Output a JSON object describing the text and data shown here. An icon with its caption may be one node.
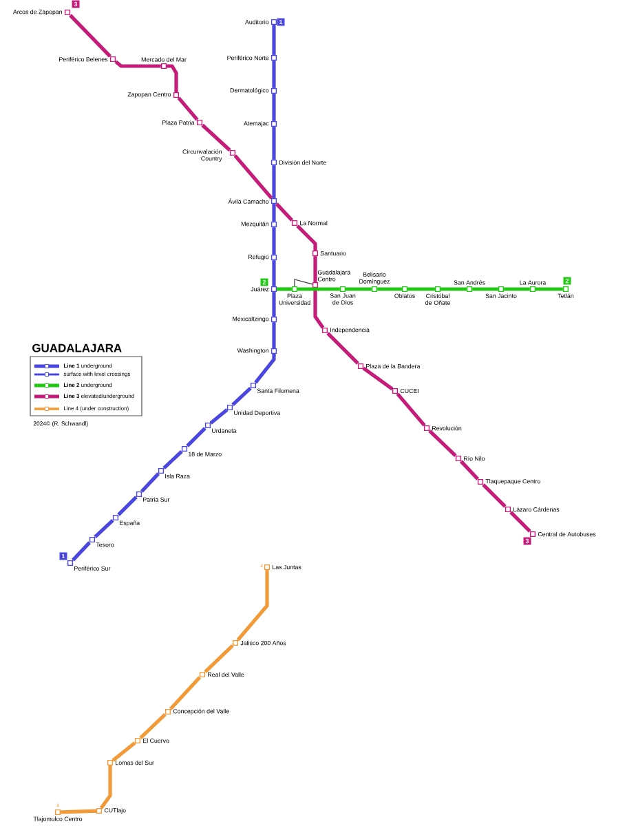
{
  "diagram": {
    "title": "GUADALAJARA",
    "nodes": [
      {
        "text": [],
        "shape": "box",
        "beside": [
          "Auditorio"
        ]
      },
      {
        "text": [],
        "shape": "box",
        "beside": [
          "Periférico Norte"
        ]
      },
      {
        "text": [],
        "shape": "box",
        "beside": [
          "Dermatológico"
        ]
      },
      {
        "text": [],
        "shape": "box",
        "beside": [
          "Atemajac"
        ]
      },
      {
        "text": [],
        "shape": "box",
        "beside": [
          "División del Norte"
        ]
      },
      {
        "text": [],
        "shape": "box",
        "beside": [
          "Ávila Camacho"
        ]
      },
      {
        "text": [],
        "shape": "box",
        "beside": [
          "Mezquitán"
        ]
      },
      {
        "text": [],
        "shape": "box",
        "beside": [
          "Refugio"
        ]
      },
      {
        "text": [],
        "shape": "box",
        "beside": [
          "Juárez"
        ]
      },
      {
        "text": [],
        "shape": "box",
        "beside": [
          "Mexicaltzingo"
        ]
      },
      {
        "text": [],
        "shape": "box",
        "beside": [
          "Washington"
        ]
      },
      {
        "text": [],
        "shape": "box",
        "beside": [
          "Santa Filomena"
        ]
      },
      {
        "text": [],
        "shape": "box",
        "beside": [
          "Unidad Deportiva"
        ]
      },
      {
        "text": [],
        "shape": "box",
        "beside": [
          "Urdaneta"
        ]
      },
      {
        "text": [],
        "shape": "box",
        "beside": [
          "18 de Marzo"
        ]
      },
      {
        "text": [],
        "shape": "box",
        "beside": [
          "Isla Raza"
        ]
      },
      {
        "text": [],
        "shape": "box",
        "beside": [
          "Patria Sur"
        ]
      },
      {
        "text": [],
        "shape": "box",
        "beside": [
          "España"
        ]
      },
      {
        "text": [],
        "shape": "box",
        "beside": [
          "Tesoro"
        ]
      },
      {
        "text": [],
        "shape": "box",
        "beside": [
          "Periférico Sur"
        ]
      },
      {
        "text": [],
        "shape": "box",
        "beside": [
          "Arcos de Zapopan"
        ]
      },
      {
        "text": [],
        "shape": "box",
        "beside": [
          "Periférico Belenes"
        ]
      },
      {
        "text": [],
        "shape": "box",
        "beside": [
          "Mercado del Mar"
        ]
      },
      {
        "text": [],
        "shape": "box",
        "beside": [
          "Zapopan Centro"
        ]
      },
      {
        "text": [],
        "shape": "box",
        "beside": [
          "Plaza Patria"
        ]
      },
      {
        "text": [],
        "shape": "box",
        "beside": [
          "Circunvalación Country"
        ]
      },
      {
        "text": [],
        "shape": "box",
        "beside": [
          "La Normal"
        ]
      },
      {
        "text": [],
        "shape": "box",
        "beside": [
          "Santuario"
        ]
      },
      {
        "text": [],
        "shape": "box",
        "beside": [
          "Guadalajara Centro"
        ]
      },
      {
        "text": [],
        "shape": "box",
        "beside": [
          "Independencia"
        ]
      },
      {
        "text": [],
        "shape": "box",
        "beside": [
          "Plaza de la Bandera"
        ]
      },
      {
        "text": [],
        "shape": "box",
        "beside": [
          "CUCEI"
        ]
      },
      {
        "text": [],
        "shape": "box",
        "beside": [
          "Revolución"
        ]
      },
      {
        "text": [],
        "shape": "box",
        "beside": [
          "Río Nilo"
        ]
      },
      {
        "text": [],
        "shape": "box",
        "beside": [
          "Tlaquepaque Centro"
        ]
      },
      {
        "text": [],
        "shape": "box",
        "beside": [
          "Lázaro Cárdenas"
        ]
      },
      {
        "text": [],
        "shape": "box",
        "beside": [
          "Central de Autobuses"
        ]
      },
      {
        "text": [],
        "shape": "box",
        "beside": [
          "Plaza Universidad"
        ]
      },
      {
        "text": [],
        "shape": "box",
        "beside": [
          "San Juan de Dios"
        ]
      },
      {
        "text": [],
        "shape": "box",
        "beside": [
          "Belisario Domínguez"
        ]
      },
      {
        "text": [],
        "shape": "box",
        "beside": [
          "Oblatos"
        ]
      },
      {
        "text": [],
        "shape": "box",
        "beside": [
          "Cristóbal de Oñate"
        ]
      },
      {
        "text": [],
        "shape": "box",
        "beside": [
          "San Andrés"
        ]
      },
      {
        "text": [],
        "shape": "box",
        "beside": [
          "San Jacinto"
        ]
      },
      {
        "text": [],
        "shape": "box",
        "beside": [
          "La Aurora"
        ]
      },
      {
        "text": [],
        "shape": "box",
        "beside": [
          "Tetlán"
        ]
      },
      {
        "text": [],
        "shape": "box",
        "beside": [
          "Las Juntas"
        ]
      },
      {
        "text": [],
        "shape": "box",
        "beside": [
          "Jalisco 200 Años"
        ]
      },
      {
        "text": [],
        "shape": "box",
        "beside": [
          "Real del Valle"
        ]
      },
      {
        "text": [],
        "shape": "box",
        "beside": [
          "Concepción del Valle"
        ]
      },
      {
        "text": [],
        "shape": "box",
        "beside": [
          "El Cuervo"
        ]
      },
      {
        "text": [],
        "shape": "box",
        "beside": [
          "Lomas del Sur"
        ]
      },
      {
        "text": [],
        "shape": "box",
        "beside": [
          "CUTlajo"
        ]
      },
      {
        "text": [],
        "shape": "box",
        "beside": [
          "Tlajomulco Centro"
        ]
      }
    ],
    "edges": [
      {
        "from": 0,
        "to": 1,
        "arrow": "none",
        "color": "#4a46e0"
      },
      {
        "from": 1,
        "to": 2,
        "arrow": "none",
        "color": "#4a46e0"
      },
      {
        "from": 2,
        "to": 3,
        "arrow": "none",
        "color": "#4a46e0"
      },
      {
        "from": 3,
        "to": 4,
        "arrow": "none",
        "color": "#4a46e0"
      },
      {
        "from": 4,
        "to": 5,
        "arrow": "none",
        "color": "#4a46e0"
      },
      {
        "from": 5,
        "to": 6,
        "arrow": "none",
        "color": "#4a46e0"
      },
      {
        "from": 6,
        "to": 7,
        "arrow": "none",
        "color": "#4a46e0"
      },
      {
        "from": 7,
        "to": 8,
        "arrow": "none",
        "color": "#4a46e0"
      },
      {
        "from": 8,
        "to": 9,
        "arrow": "none",
        "color": "#4a46e0"
      },
      {
        "from": 9,
        "to": 10,
        "arrow": "none",
        "color": "#4a46e0"
      },
      {
        "from": 10,
        "to": 11,
        "arrow": "none",
        "color": "#4a46e0"
      },
      {
        "from": 11,
        "to": 12,
        "arrow": "none",
        "color": "#4a46e0"
      },
      {
        "from": 12,
        "to": 13,
        "arrow": "none",
        "color": "#4a46e0"
      },
      {
        "from": 13,
        "to": 14,
        "arrow": "none",
        "color": "#4a46e0"
      },
      {
        "from": 14,
        "to": 15,
        "arrow": "none",
        "color": "#4a46e0"
      },
      {
        "from": 15,
        "to": 16,
        "arrow": "none",
        "color": "#4a46e0"
      },
      {
        "from": 16,
        "to": 17,
        "arrow": "none",
        "color": "#4a46e0"
      },
      {
        "from": 17,
        "to": 18,
        "arrow": "none",
        "color": "#4a46e0"
      },
      {
        "from": 18,
        "to": 19,
        "arrow": "none",
        "color": "#4a46e0"
      },
      {
        "from": 20,
        "to": 21,
        "arrow": "none",
        "color": "#c41c78"
      },
      {
        "from": 21,
        "to": 22,
        "arrow": "none",
        "color": "#c41c78"
      },
      {
        "from": 22,
        "to": 23,
        "arrow": "none",
        "color": "#c41c78"
      },
      {
        "from": 23,
        "to": 24,
        "arrow": "none",
        "color": "#c41c78"
      },
      {
        "from": 24,
        "to": 25,
        "arrow": "none",
        "color": "#c41c78"
      },
      {
        "from": 25,
        "to": 5,
        "arrow": "none",
        "color": "#c41c78"
      },
      {
        "from": 5,
        "to": 26,
        "arrow": "none",
        "color": "#c41c78"
      },
      {
        "from": 26,
        "to": 27,
        "arrow": "none",
        "color": "#c41c78"
      },
      {
        "from": 27,
        "to": 28,
        "arrow": "none",
        "color": "#c41c78"
      },
      {
        "from": 28,
        "to": 29,
        "arrow": "none",
        "color": "#c41c78"
      },
      {
        "from": 29,
        "to": 30,
        "arrow": "none",
        "color": "#c41c78"
      },
      {
        "from": 30,
        "to": 31,
        "arrow": "none",
        "color": "#c41c78"
      },
      {
        "from": 31,
        "to": 32,
        "arrow": "none",
        "color": "#c41c78"
      },
      {
        "from": 32,
        "to": 33,
        "arrow": "none",
        "color": "#c41c78"
      },
      {
        "from": 33,
        "to": 34,
        "arrow": "none",
        "color": "#c41c78"
      },
      {
        "from": 34,
        "to": 35,
        "arrow": "none",
        "color": "#c41c78"
      },
      {
        "from": 35,
        "to": 36,
        "arrow": "none",
        "color": "#c41c78"
      },
      {
        "from": 8,
        "to": 37,
        "arrow": "none",
        "color": "#22c814"
      },
      {
        "from": 37,
        "to": 38,
        "arrow": "none",
        "color": "#22c814"
      },
      {
        "from": 38,
        "to": 39,
        "arrow": "none",
        "color": "#22c814"
      },
      {
        "from": 39,
        "to": 40,
        "arrow": "none",
        "color": "#22c814"
      },
      {
        "from": 40,
        "to": 41,
        "arrow": "none",
        "color": "#22c814"
      },
      {
        "from": 41,
        "to": 42,
        "arrow": "none",
        "color": "#22c814"
      },
      {
        "from": 42,
        "to": 43,
        "arrow": "none",
        "color": "#22c814"
      },
      {
        "from": 43,
        "to": 44,
        "arrow": "none",
        "color": "#22c814"
      },
      {
        "from": 44,
        "to": 45,
        "arrow": "none",
        "color": "#22c814"
      },
      {
        "from": 46,
        "to": 47,
        "arrow": "none",
        "color": "#f29a38"
      },
      {
        "from": 47,
        "to": 48,
        "arrow": "none",
        "color": "#f29a38"
      },
      {
        "from": 48,
        "to": 49,
        "arrow": "none",
        "color": "#f29a38"
      },
      {
        "from": 49,
        "to": 50,
        "arrow": "none",
        "color": "#f29a38"
      },
      {
        "from": 50,
        "to": 51,
        "arrow": "none",
        "color": "#f29a38"
      },
      {
        "from": 51,
        "to": 52,
        "arrow": "none",
        "color": "#f29a38"
      },
      {
        "from": 52,
        "to": 53,
        "arrow": "none",
        "color": "#f29a38"
      },
      {
        "from": 28,
        "to": 37,
        "arrow": "none",
        "color": "#333333"
      }
    ],
    "labels": [
      "1",
      "1",
      "2",
      "2",
      "3",
      "3",
      "4",
      "4",
      "2024© (R. Schwandl)"
    ],
    "legend": [
      {
        "text": "**Line 1** underground"
      },
      {
        "text": "surface with level crossings"
      },
      {
        "text": "**Line 2** underground"
      },
      {
        "text": "**Line 3** elevated/underground"
      },
      {
        "text": "Line 4 (under construction)"
      }
    ]
  }
}
